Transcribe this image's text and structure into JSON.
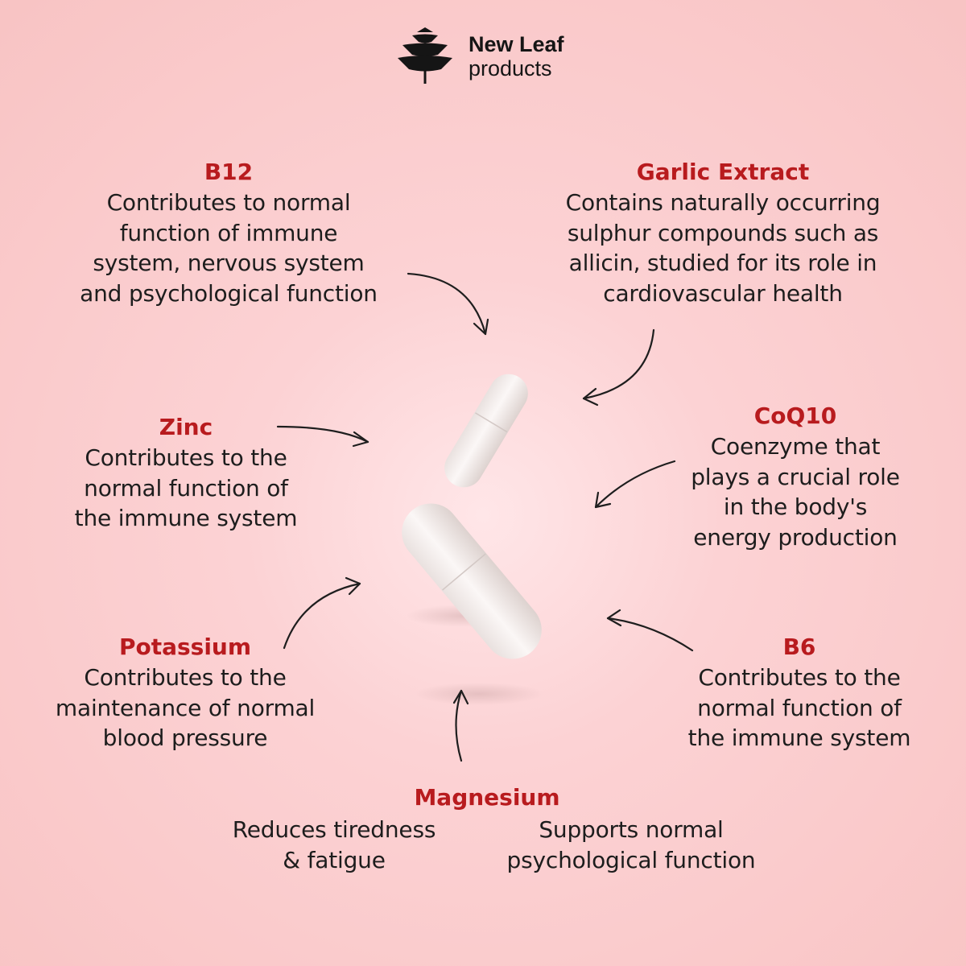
{
  "brand": {
    "name": "New Leaf",
    "sub": "products",
    "logo_icon": "leaf-tree-icon"
  },
  "colors": {
    "background": "#f8c3c3",
    "accent": "#b81b1e",
    "text": "#1d1d1d",
    "capsule": "#f7f1f0"
  },
  "nutrients": {
    "b12": {
      "title": "B12",
      "lines": [
        "Contributes to normal",
        "function of immune",
        "system, nervous system",
        "and psychological function"
      ]
    },
    "garlic": {
      "title": "Garlic Extract",
      "lines": [
        "Contains naturally occurring",
        "sulphur compounds such as",
        "allicin, studied for its role in",
        "cardiovascular health"
      ]
    },
    "zinc": {
      "title": "Zinc",
      "lines": [
        "Contributes to the",
        "normal function of",
        "the immune system"
      ]
    },
    "coq10": {
      "title": "CoQ10",
      "lines": [
        "Coenzyme that",
        "plays a crucial role",
        "in the body's",
        "energy production"
      ]
    },
    "potassium": {
      "title": "Potassium",
      "lines": [
        "Contributes to the",
        "maintenance of normal",
        "blood pressure"
      ]
    },
    "b6": {
      "title": "B6",
      "lines": [
        "Contributes to the",
        "normal function of",
        "the immune system"
      ]
    },
    "magnesium": {
      "title": "Magnesium",
      "left_lines": [
        "Reduces tiredness",
        "& fatigue"
      ],
      "right_lines": [
        "Supports normal",
        "psychological function"
      ]
    }
  }
}
